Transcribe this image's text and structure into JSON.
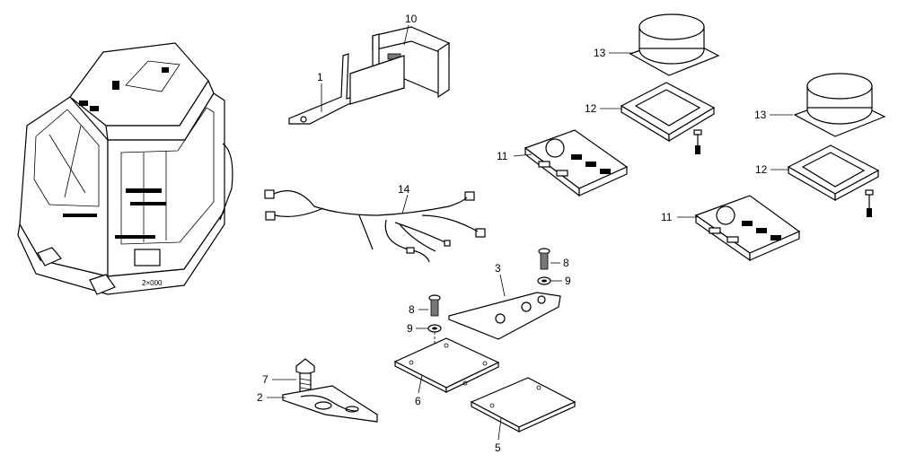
{
  "callouts": {
    "c1": "1",
    "c2": "2",
    "c3": "3",
    "c5": "5",
    "c6": "6",
    "c7": "7",
    "c8a": "8",
    "c8b": "8",
    "c9a": "9",
    "c9b": "9",
    "c10": "10",
    "c11a": "11",
    "c11b": "11",
    "c12a": "12",
    "c12b": "12",
    "c13a": "13",
    "c13b": "13",
    "c14": "14"
  }
}
